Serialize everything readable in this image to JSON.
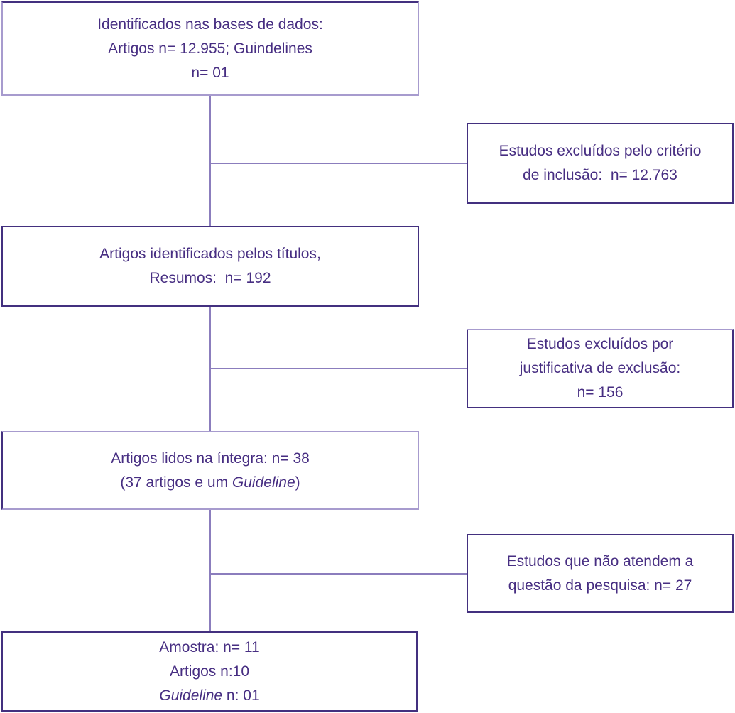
{
  "theme": {
    "text-color": "#472E82",
    "border-dark": "#43307F",
    "border-light": "#A79BCE",
    "connector-color": "#8B7DBD",
    "bg": "#FFFFFF"
  },
  "boxes": {
    "identified": {
      "line1": "Identificados nas bases de dados:",
      "line2": "Artigos n= 12.955; Guindelines",
      "line3": "n= 01"
    },
    "excluded_inclusion": {
      "line1": "Estudos excluídos pelo critério",
      "line2": "de inclusão:  n= 12.763"
    },
    "titles_abstracts": {
      "line1": "Artigos identificados pelos títulos,",
      "line2": "Resumos:  n= 192"
    },
    "excluded_justification": {
      "line1": "Estudos excluídos por",
      "line2": "justificativa de exclusão:",
      "line3": "n= 156"
    },
    "fulltext": {
      "line1": "Artigos lidos na íntegra: n= 38",
      "line2_prefix": "(37 artigos e um ",
      "line2_italic": "Guideline",
      "line2_suffix": ")"
    },
    "excluded_research_question": {
      "line1": "Estudos que não atendem a",
      "line2": "questão da pesquisa: n= 27"
    },
    "sample": {
      "line1": "Amostra: n= 11",
      "line2": "Artigos n:10",
      "line3_italic": "Guideline",
      "line3_suffix": " n: 01"
    }
  }
}
